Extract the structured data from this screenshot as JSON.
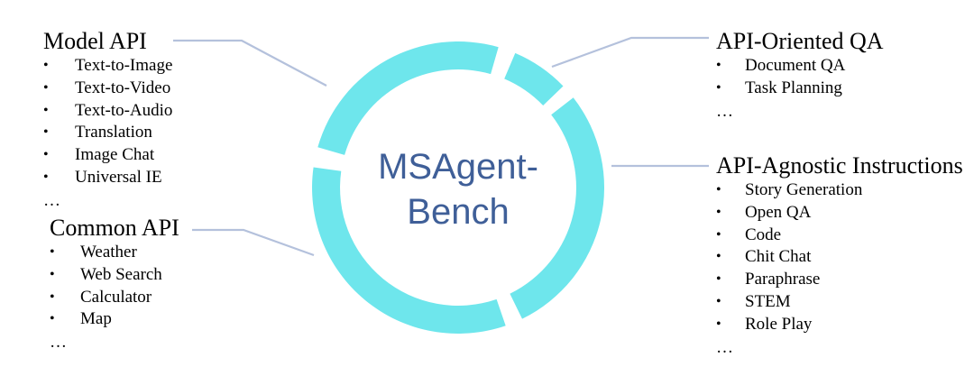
{
  "center": {
    "line1": "MSAgent-",
    "line2": "Bench"
  },
  "colors": {
    "ring": "#6ee6ec",
    "connector": "#b4c1dc",
    "center_text": "#3f5f98"
  },
  "groups": {
    "model_api": {
      "title": "Model API",
      "items": [
        "Text-to-Image",
        "Text-to-Video",
        "Text-to-Audio",
        "Translation",
        "Image Chat",
        "Universal IE"
      ],
      "more": "…"
    },
    "common_api": {
      "title": "Common API",
      "items": [
        "Weather",
        "Web Search",
        "Calculator",
        "Map"
      ],
      "more": "…"
    },
    "api_oriented_qa": {
      "title": "API-Oriented QA",
      "items": [
        "Document QA",
        "Task Planning"
      ],
      "more": "…"
    },
    "api_agnostic": {
      "title": "API-Agnostic Instructions",
      "items": [
        "Story Generation",
        "Open QA",
        "Code",
        "Chit Chat",
        "Paraphrase",
        "STEM",
        "Role Play"
      ],
      "more": "…"
    }
  }
}
